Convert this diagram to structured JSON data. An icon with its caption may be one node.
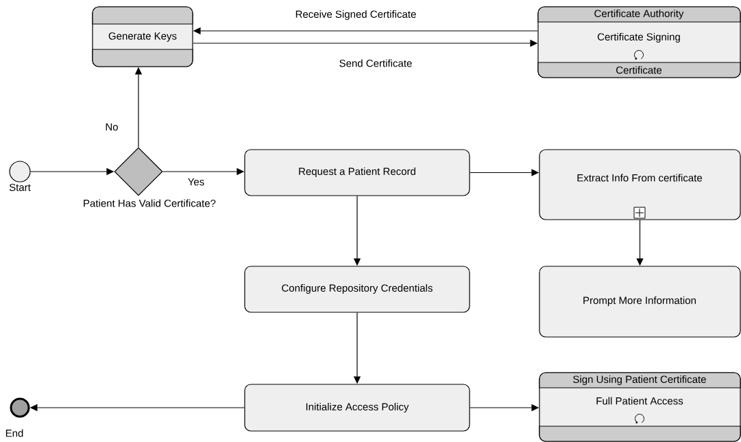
{
  "diagram": {
    "nodes": [
      {
        "text": [],
        "shape": "circle",
        "beside": [
          "Start"
        ]
      },
      {
        "text": [],
        "shape": "diamond",
        "beside": [
          "Patient Has Valid Certificate?"
        ]
      },
      {
        "text": [
          "Generate Keys"
        ]
      },
      {
        "text": [
          "Certificate Authority",
          "Certificate Signing",
          "Certificate"
        ]
      },
      {
        "text": [
          "Request a Patient Record"
        ]
      },
      {
        "text": [
          "Extract Info From certificate"
        ]
      },
      {
        "text": [
          "Configure Repository Credentials"
        ]
      },
      {
        "text": [
          "Prompt More Information"
        ]
      },
      {
        "text": [
          "Initialize Access Policy"
        ]
      },
      {
        "text": [
          "Sign Using Patient Certificate",
          "Full Patient Access"
        ]
      },
      {
        "text": [],
        "shape": "circle",
        "beside": [
          "End"
        ]
      }
    ],
    "edges": [
      {
        "from": 0,
        "to": 1,
        "arrow": "to"
      },
      {
        "from": 1,
        "to": 2,
        "arrow": "to",
        "label": "No"
      },
      {
        "from": 1,
        "to": 4,
        "arrow": "to",
        "label": "Yes"
      },
      {
        "from": 3,
        "to": 2,
        "arrow": "to",
        "label": "Receive Signed Certificate"
      },
      {
        "from": 2,
        "to": 3,
        "arrow": "to",
        "label": "Send Certificate"
      },
      {
        "from": 4,
        "to": 5,
        "arrow": "to"
      },
      {
        "from": 4,
        "to": 6,
        "arrow": "to"
      },
      {
        "from": 5,
        "to": 7,
        "arrow": "to"
      },
      {
        "from": 6,
        "to": 8,
        "arrow": "to"
      },
      {
        "from": 8,
        "to": 10,
        "arrow": "to"
      },
      {
        "from": 8,
        "to": 9,
        "arrow": "to"
      }
    ]
  }
}
